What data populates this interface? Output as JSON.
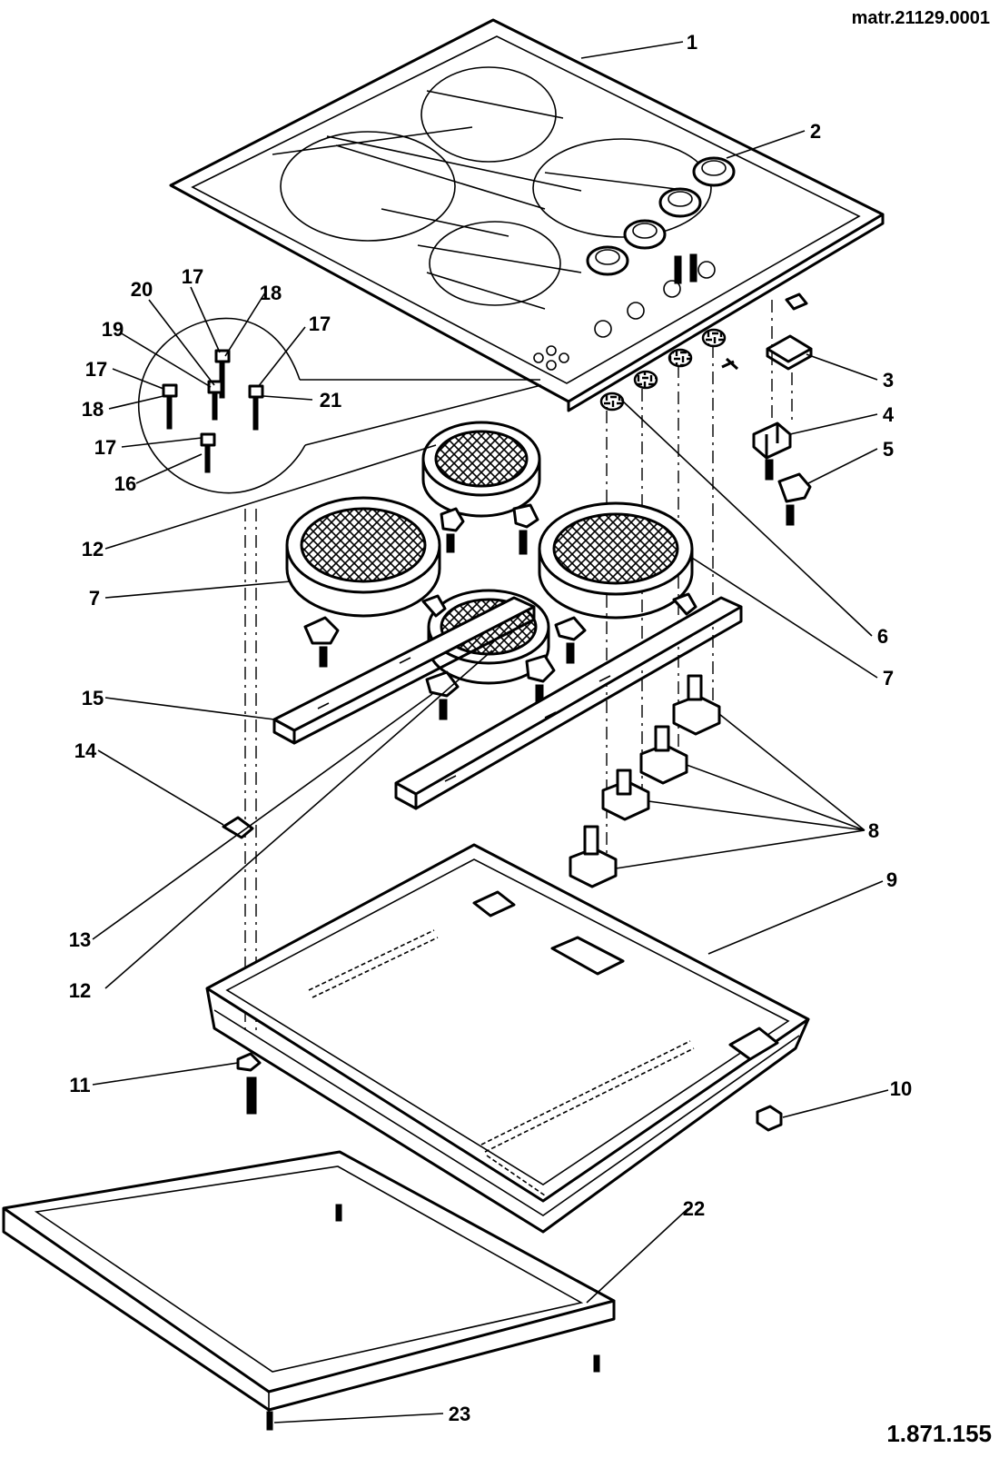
{
  "header": {
    "drawing_code": "matr.21129.0001"
  },
  "footer": {
    "drawing_number": "1.871.155"
  },
  "callouts": [
    "1",
    "2",
    "3",
    "4",
    "5",
    "6",
    "7",
    "8",
    "9",
    "10",
    "11",
    "12",
    "13",
    "14",
    "15",
    "16",
    "17",
    "18",
    "19",
    "20",
    "21",
    "22",
    "23"
  ]
}
